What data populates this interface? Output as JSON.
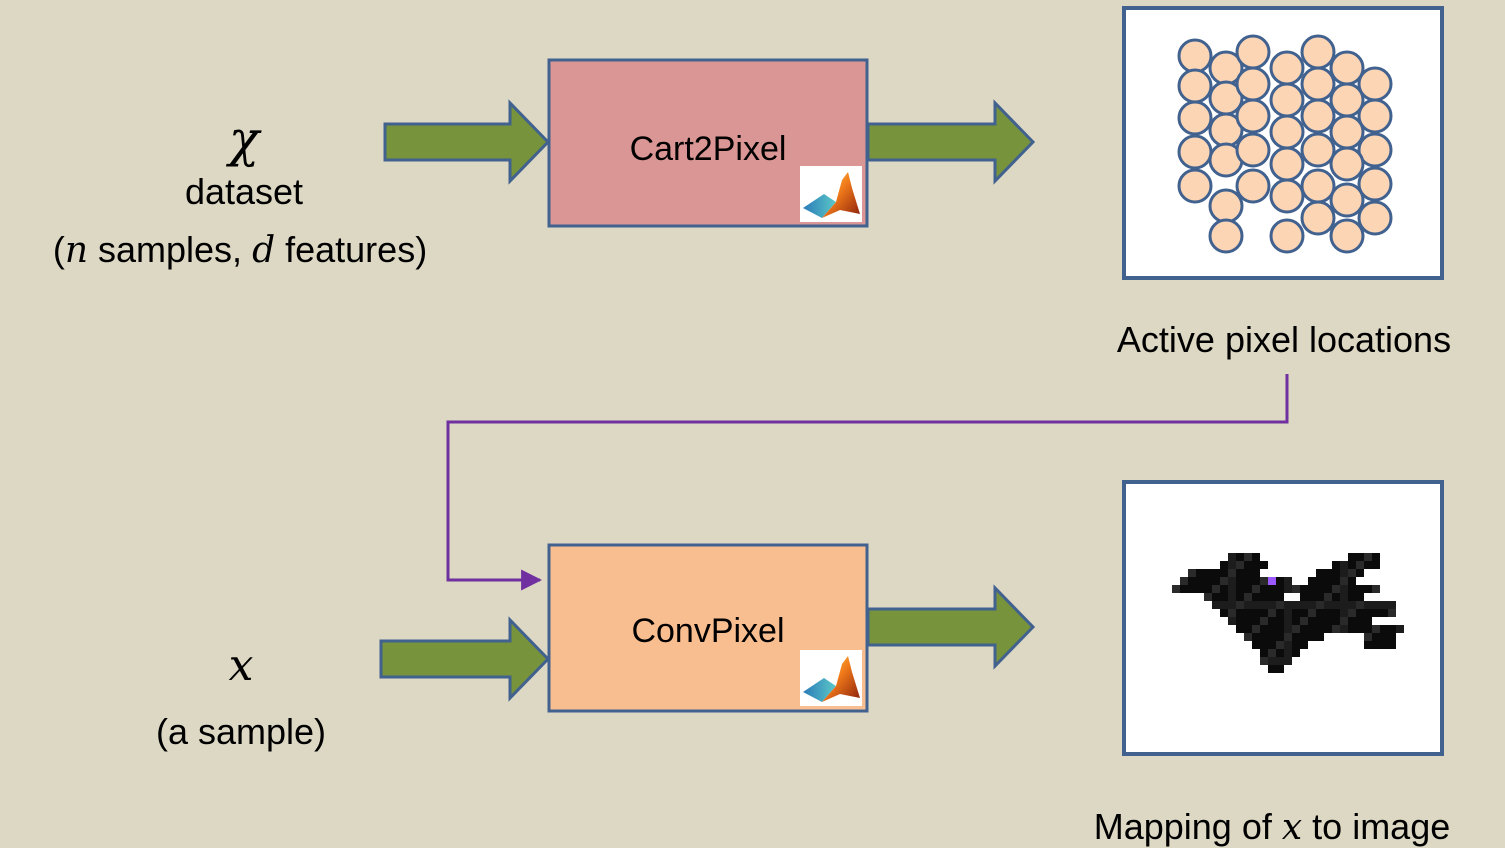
{
  "top_row": {
    "input_symbol": "χ",
    "input_label": "dataset",
    "input_detail_open": "(",
    "input_detail_n": "n",
    "input_detail_mid": " samples, ",
    "input_detail_d": "d",
    "input_detail_close": " features)",
    "process_label": "Cart2Pixel",
    "output_caption": "Active pixel locations"
  },
  "bottom_row": {
    "input_symbol": "x",
    "input_label": "(a sample)",
    "process_label": "ConvPixel",
    "output_caption_prefix": "Mapping of ",
    "output_caption_var": "x",
    "output_caption_suffix": " to image"
  },
  "colors": {
    "background": "#ddd8c4",
    "arrow_fill": "#77933c",
    "box_border": "#41618f",
    "cart2pixel_fill": "#da9694",
    "convpixel_fill": "#f9be90",
    "pixel_circle_fill": "#fcd5b5",
    "connector": "#7030a0"
  },
  "icons": {
    "process_badge": "matlab-logo-icon"
  }
}
